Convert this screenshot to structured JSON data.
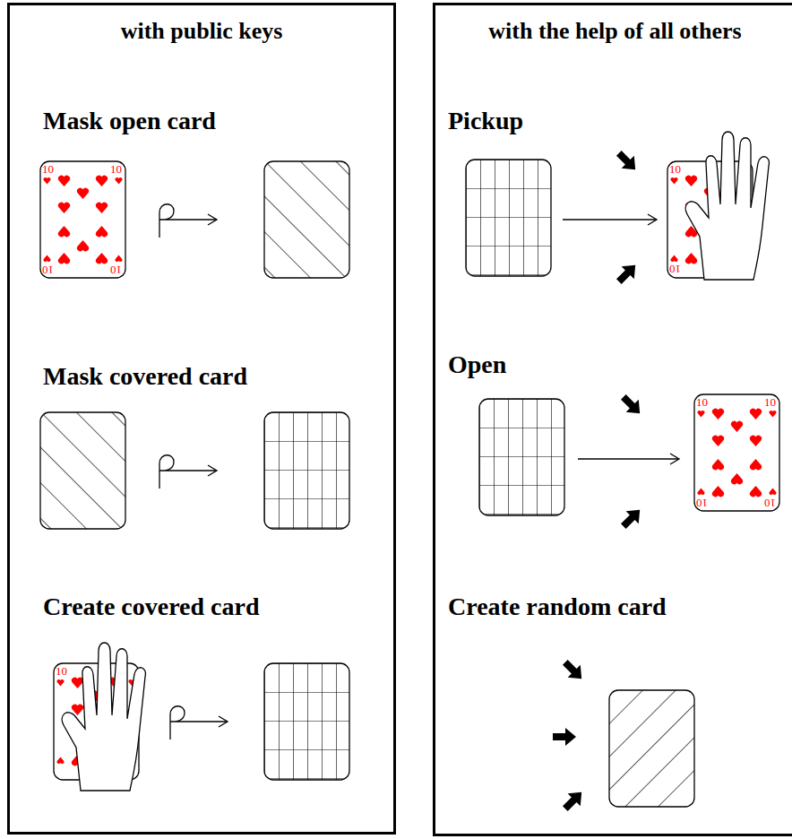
{
  "diagram": {
    "nodes": [
      {
        "text": [
          "with public keys"
        ]
      },
      {
        "text": [
          "with the help of all others"
        ]
      }
    ],
    "labels": [
      "Mask open card",
      "10",
      "10",
      "10",
      "10",
      "Mask covered card",
      "Create covered card",
      "10",
      "Pickup",
      "10",
      "10",
      "Open",
      "10",
      "10",
      "10",
      "10",
      "Create random card"
    ]
  }
}
